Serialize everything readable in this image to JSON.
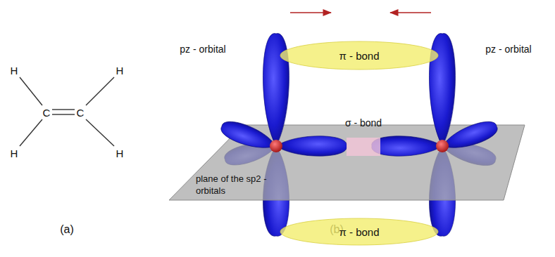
{
  "diagram": {
    "nodes": [
      {
        "text": [
          "π - bond"
        ]
      },
      {
        "text": [
          "π - bond"
        ]
      }
    ],
    "labels": [
      "H",
      "H",
      "C",
      "C",
      "H",
      "H",
      "(a)",
      "pz - orbital",
      "pz - orbital",
      "σ - bond",
      "plane of the sp2 - orbitals",
      "(b)"
    ]
  }
}
